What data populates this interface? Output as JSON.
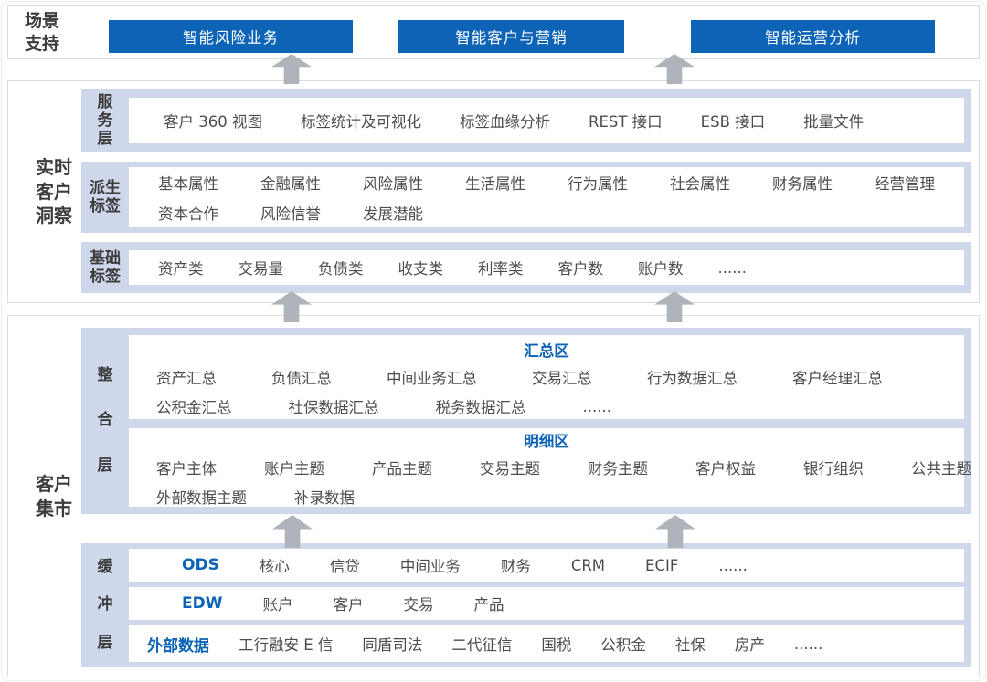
{
  "colors": {
    "accent_blue": "#0d63b5",
    "band_bg": "#cfd7ea",
    "arrow_gray": "#afb4ba",
    "label_dark": "#3c3c3c",
    "item_gray": "#4d4d4d",
    "box_border": "#dcdcdc"
  },
  "scenario": {
    "label": "场景\n支持",
    "buttons": [
      {
        "label": "智能风险业务"
      },
      {
        "label": "智能客户与营销"
      },
      {
        "label": "智能运营分析"
      }
    ]
  },
  "insight": {
    "label": "实时\n客户\n洞察",
    "service": {
      "label": "服\n务\n层",
      "items": [
        "客户 360 视图",
        "标签统计及可视化",
        "标签血缘分析",
        "REST 接口",
        "ESB 接口",
        "批量文件"
      ]
    },
    "derived": {
      "label": "派生\n标签",
      "line1": [
        "基本属性",
        "金融属性",
        "风险属性",
        "生活属性",
        "行为属性",
        "社会属性",
        "财务属性",
        "经营管理"
      ],
      "line2": [
        "资本合作",
        "风险信誉",
        "发展潜能"
      ]
    },
    "basic": {
      "label": "基础\n标签",
      "items": [
        "资产类",
        "交易量",
        "负债类",
        "收支类",
        "利率类",
        "客户数",
        "账户数",
        "......"
      ]
    }
  },
  "mart": {
    "label": "客户\n集市",
    "integration": {
      "label": "整\n合\n层",
      "summary": {
        "title": "汇总区",
        "line1": [
          "资产汇总",
          "负债汇总",
          "中间业务汇总",
          "交易汇总",
          "行为数据汇总",
          "客户经理汇总"
        ],
        "line2": [
          "公积金汇总",
          "社保数据汇总",
          "税务数据汇总",
          "......"
        ]
      },
      "detail": {
        "title": "明细区",
        "line1": [
          "客户主体",
          "账户主题",
          "产品主题",
          "交易主题",
          "财务主题",
          "客户权益",
          "银行组织",
          "公共主题"
        ],
        "line2": [
          "外部数据主题",
          "补录数据"
        ]
      }
    },
    "buffer": {
      "label": "缓\n冲\n层",
      "rows": [
        {
          "title": "ODS",
          "items": [
            "核心",
            "信贷",
            "中间业务",
            "财务",
            "CRM",
            "ECIF",
            "......"
          ]
        },
        {
          "title": "EDW",
          "items": [
            "账户",
            "客户",
            "交易",
            "产品"
          ]
        },
        {
          "title": "外部数据",
          "items": [
            "工行融安 E 信",
            "同盾司法",
            "二代征信",
            "国税",
            "公积金",
            "社保",
            "房产",
            "......"
          ]
        }
      ]
    }
  }
}
